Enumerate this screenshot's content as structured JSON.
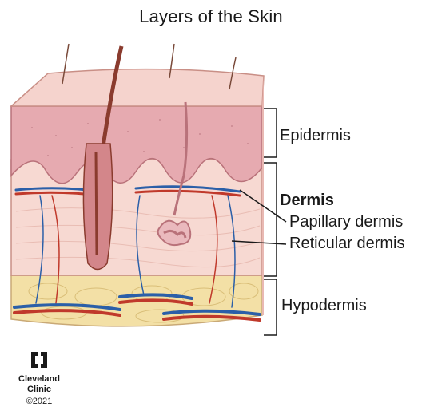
{
  "title": "Layers of the Skin",
  "labels": {
    "epidermis": "Epidermis",
    "dermis": "Dermis",
    "papillary": "Papillary dermis",
    "reticular": "Reticular dermis",
    "hypodermis": "Hypodermis"
  },
  "credit": {
    "org": "Cleveland Clinic",
    "year": "©2021"
  },
  "colors": {
    "epidermis_top": "#f5d3cd",
    "epidermis": "#e6aab0",
    "dermis": "#f7d9d2",
    "hypodermis": "#f3e0a6",
    "artery": "#c0392b",
    "vein": "#2b5fa8",
    "hair": "#8a3b2e"
  }
}
